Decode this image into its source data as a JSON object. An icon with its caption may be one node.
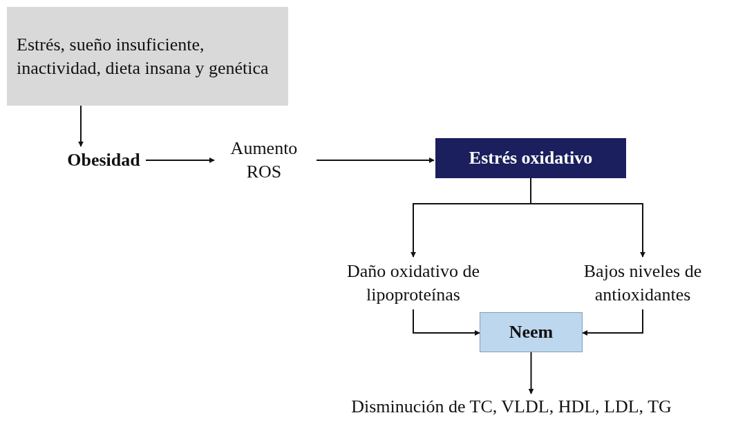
{
  "diagram": {
    "nodes": [
      {
        "text": [
          "Estrés, sueño insuficiente, inactividad, dieta insana y genética"
        ]
      },
      {
        "text": [
          "Obesidad"
        ]
      },
      {
        "text": [
          "Aumento ROS"
        ]
      },
      {
        "text": [
          "Estrés oxidativo"
        ]
      },
      {
        "text": [
          "Daño oxidativo de lipoproteínas"
        ]
      },
      {
        "text": [
          "Bajos niveles de antioxidantes"
        ]
      },
      {
        "text": [
          "Neem"
        ]
      },
      {
        "text": [
          "Disminución de TC, VLDL, HDL, LDL, TG"
        ]
      }
    ],
    "edges": [
      {
        "from": 0,
        "to": 1,
        "arrow": "to"
      },
      {
        "from": 1,
        "to": 2,
        "arrow": "to"
      },
      {
        "from": 2,
        "to": 3,
        "arrow": "to"
      },
      {
        "from": 3,
        "to": 4,
        "arrow": "to"
      },
      {
        "from": 3,
        "to": 5,
        "arrow": "to"
      },
      {
        "from": 4,
        "to": 6,
        "arrow": "to"
      },
      {
        "from": 5,
        "to": 6,
        "arrow": "to"
      },
      {
        "from": 6,
        "to": 7,
        "arrow": "to"
      }
    ]
  }
}
